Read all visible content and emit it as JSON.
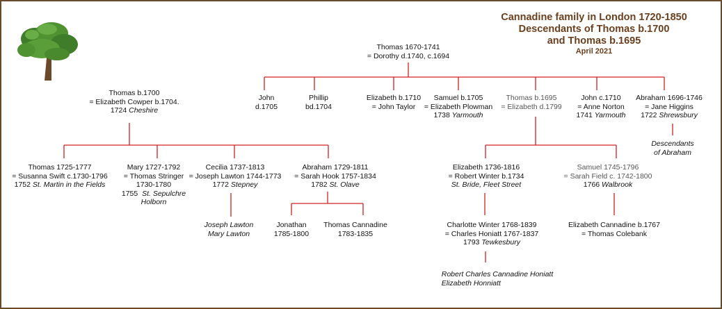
{
  "title": {
    "line1": "Cannadine family in London 1720-1850",
    "line2": "Descendants of Thomas b.1700",
    "line3": "and Thomas b.1695",
    "date": "April 2021"
  },
  "icons": {
    "tree": "oak-tree-icon"
  },
  "colors": {
    "lines": "#d42020",
    "title": "#6b3f1d",
    "frame": "#6b4a2a"
  },
  "people": {
    "root": {
      "l1": "Thomas 1670-1741",
      "l2": "= Dorothy d.1740, c.1694"
    },
    "john1705": {
      "l1": "John",
      "l2": "d.1705"
    },
    "phillip": {
      "l1": "Phillip",
      "l2": "bd.1704"
    },
    "elizabeth1710": {
      "l1": "Elizabeth b.1710",
      "l2": "= John Taylor"
    },
    "samuel1705": {
      "l1": "Samuel b.1705",
      "l2": "= Elizabeth Plowman",
      "l3": "1738",
      "l3i": "Yarmouth"
    },
    "thomas1695": {
      "l1": "Thomas b.1695",
      "l2": "= Elizabeth  d.1799"
    },
    "john1710": {
      "l1": "John c.1710",
      "l2": "= Anne Norton",
      "l3": "1741",
      "l3i": "Yarmouth"
    },
    "abraham1696": {
      "l1": "Abraham 1696-1746",
      "l2": "= Jane Higgins",
      "l3": "1722",
      "l3i": "Shrewsbury"
    },
    "abraham_desc": {
      "l1": "Descendants",
      "l2": "of Abraham"
    },
    "thomas1700": {
      "l1": "Thomas b.1700",
      "l2": "= Elizabeth Cowper b.1704.",
      "l3": "1724",
      "l3i": "Cheshire"
    },
    "thomas1725": {
      "l1": "Thomas 1725-1777",
      "l2": "= Susanna Swift c.1730-1796",
      "l3": "1752",
      "l3i": "St. Martin in the Fields"
    },
    "mary1727": {
      "l1": "Mary 1727-1792",
      "l2": "= Thomas Stringer",
      "l3": "1730-1780",
      "l4": "1755",
      "l4i": "St. Sepulchre",
      "l5i": "Holborn"
    },
    "cecilia1737": {
      "l1": "Cecilia 1737-1813",
      "l2": "= Joseph Lawton 1744-1773",
      "l3": "1772",
      "l3i": "Stepney"
    },
    "cecilia_kids": {
      "l1": "Joseph Lawton",
      "l2": "Mary Lawton"
    },
    "abraham1729": {
      "l1": "Abraham 1729-1811",
      "l2": "= Sarah Hook 1757-1834",
      "l3": "1782",
      "l3i": "St. Olave"
    },
    "jonathan": {
      "l1": "Jonathan",
      "l2": "1785-1800"
    },
    "thomas1783": {
      "l1": "Thomas Cannadine",
      "l2": "1783-1835"
    },
    "elizabeth1736": {
      "l1": "Elizabeth 1736-1816",
      "l2": "= Robert Winter b.1734",
      "l3i": "St. Bride, Fleet Street"
    },
    "samuel1745": {
      "l1": "Samuel 1745-1796",
      "l2": "= Sarah Field c. 1742-1800",
      "l3": "1766",
      "l3i": "Walbrook"
    },
    "charlotte": {
      "l1": "Charlotte Winter 1768-1839",
      "l2": "= Charles Honiatt 1767-1837",
      "l3": "1793",
      "l3i": "Tewkesbury"
    },
    "elizabeth1767": {
      "l1": "Elizabeth Cannadine b.1767",
      "l2": "= Thomas Colebank"
    },
    "honiatt_kids": {
      "l1": "Robert Charles Cannadine Honiatt",
      "l2": "Elizabeth Honniatt"
    }
  }
}
